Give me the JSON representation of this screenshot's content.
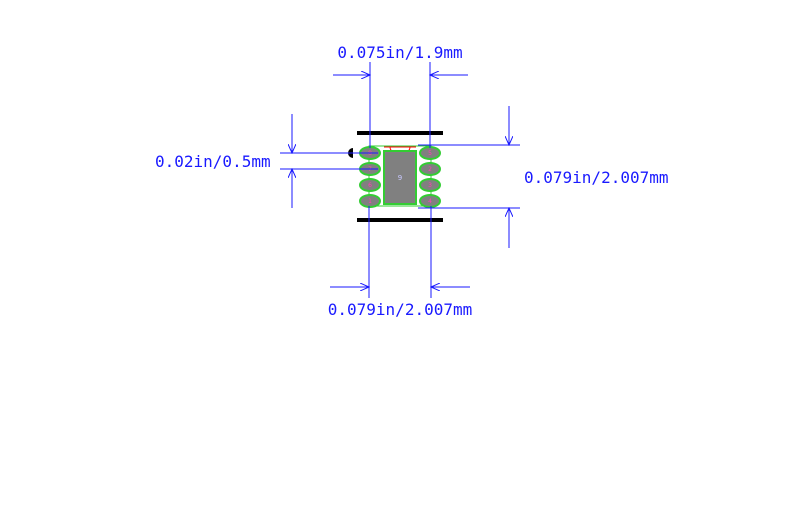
{
  "dimensions": {
    "top_width": "0.075in/1.9mm",
    "pitch": "0.02in/0.5mm",
    "right_height": "0.079in/2.007mm",
    "bottom_width": "0.079in/2.007mm"
  },
  "pads": {
    "left": [
      "8",
      "7",
      "6",
      "1"
    ],
    "right": [
      "5",
      "2",
      "3",
      "4"
    ],
    "center": "9"
  },
  "colors": {
    "dimension_line": "#1a1aff",
    "silkscreen": "#000000",
    "pad_fill": "#808080",
    "pad_outline": "#33cc33",
    "pin_label": "#ff3cb4",
    "pin1_notch": "#ff0000"
  }
}
